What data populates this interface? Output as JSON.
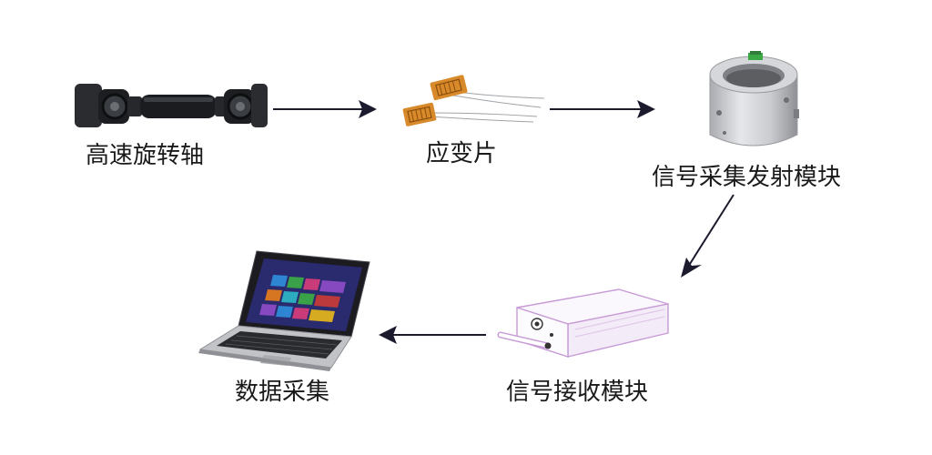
{
  "nodes": {
    "shaft": {
      "label": "高速旋转轴",
      "icon": "drive-shaft-icon"
    },
    "gauge": {
      "label": "应变片",
      "icon": "strain-gauge-icon"
    },
    "transmitter": {
      "label": "信号采集发射模块",
      "icon": "collar-transmitter-icon"
    },
    "receiver": {
      "label": "信号接收模块",
      "icon": "receiver-box-icon"
    },
    "acquisition": {
      "label": "数据采集",
      "icon": "laptop-icon"
    }
  },
  "colors": {
    "arrow": "#1c1b2e",
    "metal": "#c8c9cc",
    "shaft": "#1e2024",
    "gauge": "#d88a2a",
    "receiver_outline": "#c79bd6"
  }
}
